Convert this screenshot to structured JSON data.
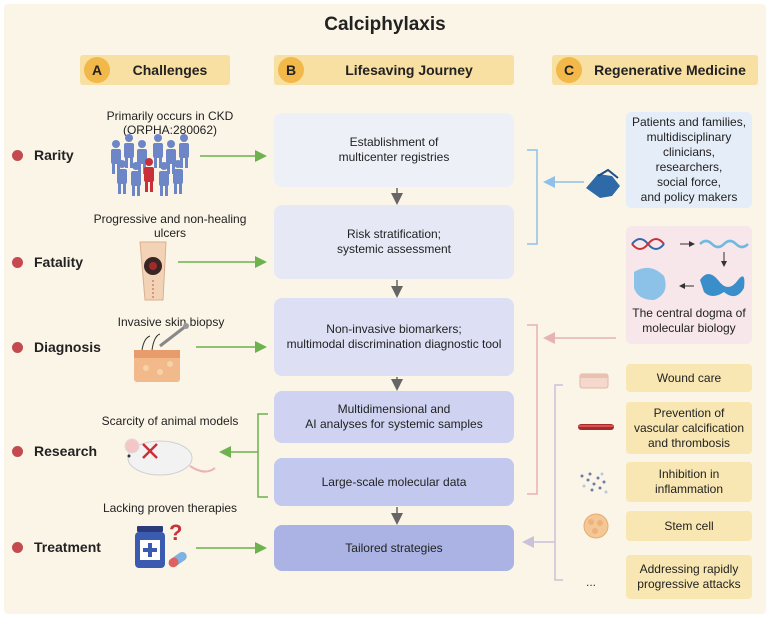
{
  "title": "Calciphylaxis",
  "headers": [
    {
      "letter": "A",
      "label": "Challenges"
    },
    {
      "letter": "B",
      "label": "Lifesaving Journey"
    },
    {
      "letter": "C",
      "label": "Regenerative Medicine"
    }
  ],
  "challenges": [
    {
      "label": "Rarity",
      "note": "Primarily occurs in CKD\n(ORPHA:280062)",
      "icon": "people-group-icon"
    },
    {
      "label": "Fatality",
      "note": "Progressive and non-healing\nulcers",
      "icon": "leg-ulcer-icon"
    },
    {
      "label": "Diagnosis",
      "note": "Invasive skin biopsy",
      "icon": "skin-biopsy-icon"
    },
    {
      "label": "Research",
      "note": "Scarcity of animal models",
      "icon": "mouse-icon"
    },
    {
      "label": "Treatment",
      "note": "Lacking proven therapies",
      "icon": "medicine-icon"
    }
  ],
  "journey": [
    "Establishment of\nmulticenter registries",
    "Risk stratification;\nsystemic assessment",
    "Non-invasive biomarkers;\nmultimodal discrimination diagnostic tool",
    "Multidimensional and\nAI analyses for systemic samples",
    "Large-scale molecular data",
    "Tailored strategies"
  ],
  "stakeholders": "Patients and families,\nmultidisciplinary\nclinicians,\nresearchers,\nsocial force,\nand policy makers",
  "dogma": "The central dogma of\nmolecular biology",
  "therapies": [
    {
      "label": "Wound care",
      "icon": "skin-layer-icon"
    },
    {
      "label": "Prevention of\nvascular calcification\nand thrombosis",
      "icon": "vessel-icon"
    },
    {
      "label": "Inhibition in\ninflammation",
      "icon": "cells-icon"
    },
    {
      "label": "Stem cell",
      "icon": "stem-cell-icon"
    },
    {
      "label": "Addressing rapidly\nprogressive attacks",
      "icon": "ellipsis-icon"
    }
  ],
  "ellipsis": "...",
  "colors": {
    "background": "#fbf5e7",
    "header": "#f8dfa2",
    "header_circle": "#f2b84a",
    "dot": "#c44a4f",
    "green_arrow": "#6db24f",
    "blue_bracket": "#8fc0e8",
    "pink": "#e6b2b2",
    "journey_1": "#eef0f7",
    "journey_6": "#aab3e3"
  }
}
